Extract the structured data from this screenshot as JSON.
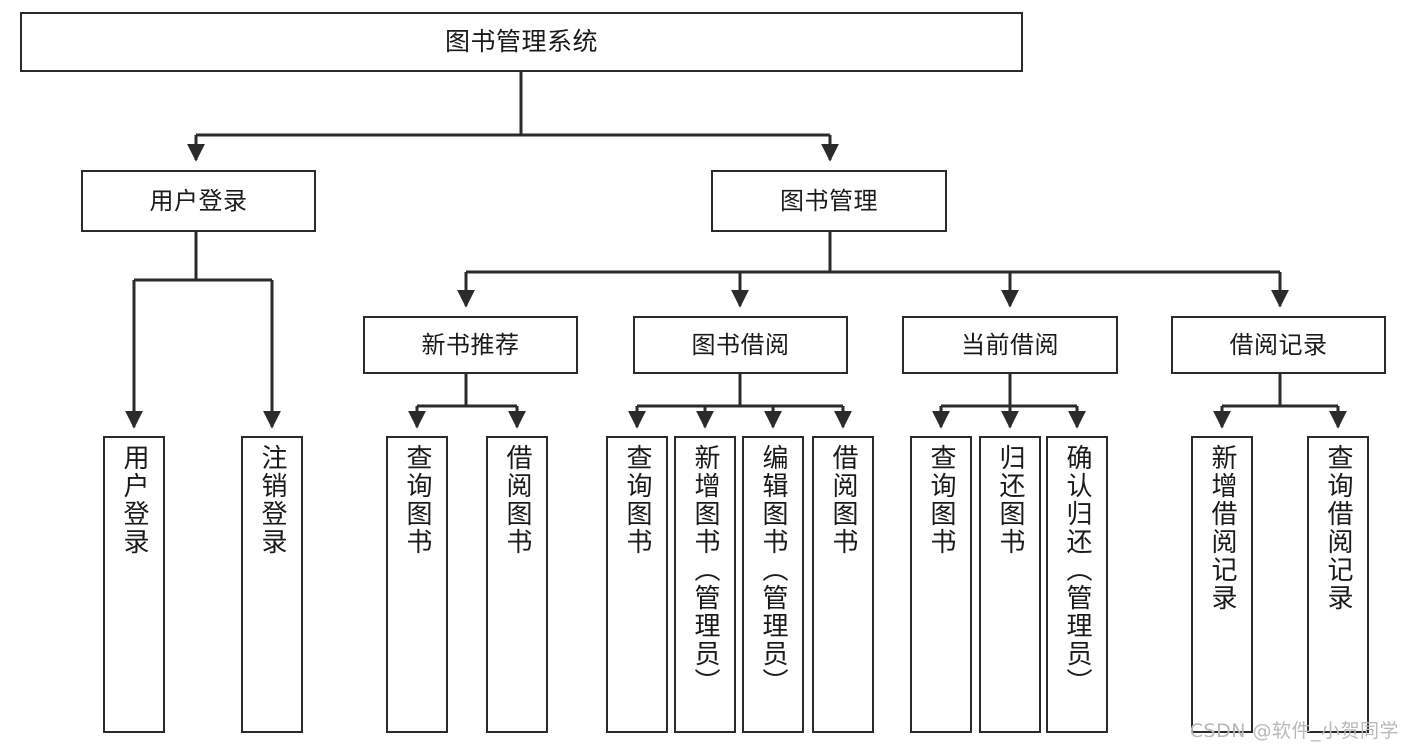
{
  "diagram": {
    "title": "图书管理系统",
    "type": "tree-hierarchy-diagram",
    "watermark": "CSDN @软件_小贺同学",
    "colors": {
      "box_border": "#2b2b2b",
      "box_fill": "#ffffff",
      "connector": "#2b2b2b",
      "text": "#1a1a1a",
      "watermark": "#b9b9b9"
    },
    "nodes": {
      "root": {
        "label": "图书管理系统"
      },
      "level2": [
        {
          "label": "用户登录"
        },
        {
          "label": "图书管理"
        }
      ],
      "level3": [
        {
          "label": "新书推荐"
        },
        {
          "label": "图书借阅"
        },
        {
          "label": "当前借阅"
        },
        {
          "label": "借阅记录"
        }
      ],
      "leaves": [
        {
          "label": "用户登录"
        },
        {
          "label": "注销登录"
        },
        {
          "label": "查询图书"
        },
        {
          "label": "借阅图书"
        },
        {
          "label": "查询图书"
        },
        {
          "label": "新增图书（管理员）"
        },
        {
          "label": "编辑图书（管理员）"
        },
        {
          "label": "借阅图书"
        },
        {
          "label": "查询图书"
        },
        {
          "label": "归还图书"
        },
        {
          "label": "确认归还（管理员）"
        },
        {
          "label": "新增借阅记录"
        },
        {
          "label": "查询借阅记录"
        }
      ]
    }
  }
}
